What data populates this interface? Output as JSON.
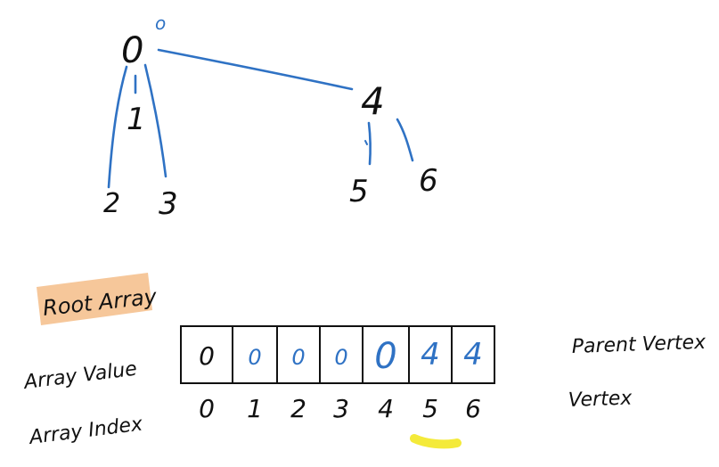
{
  "colors": {
    "background": "#ffffff",
    "ink": "#111111",
    "edge_blue": "#2f72c4",
    "label_highlight": "#f6c79a",
    "marker_yellow": "#f4ea3a"
  },
  "tree": {
    "root_mark": "o",
    "nodes": [
      {
        "id": "0",
        "label": "0"
      },
      {
        "id": "1",
        "label": "1"
      },
      {
        "id": "2",
        "label": "2"
      },
      {
        "id": "3",
        "label": "3"
      },
      {
        "id": "4",
        "label": "4"
      },
      {
        "id": "5",
        "label": "5"
      },
      {
        "id": "6",
        "label": "6"
      }
    ],
    "edges": [
      {
        "from": "0",
        "to": "4"
      },
      {
        "from": "0",
        "to": "1"
      },
      {
        "from": "0",
        "to": "2"
      },
      {
        "from": "0",
        "to": "3"
      },
      {
        "from": "4",
        "to": "5"
      },
      {
        "from": "4",
        "to": "6"
      }
    ]
  },
  "root_array": {
    "title": "Root Array",
    "value_label": "Array Value",
    "index_label": "Array Index",
    "parent_label": "Parent Vertex",
    "vertex_label": "Vertex",
    "values": [
      "0",
      "0",
      "0",
      "0",
      "0",
      "4",
      "4"
    ],
    "indices": [
      "0",
      "1",
      "2",
      "3",
      "4",
      "5",
      "6"
    ],
    "highlighted_index": 5
  }
}
